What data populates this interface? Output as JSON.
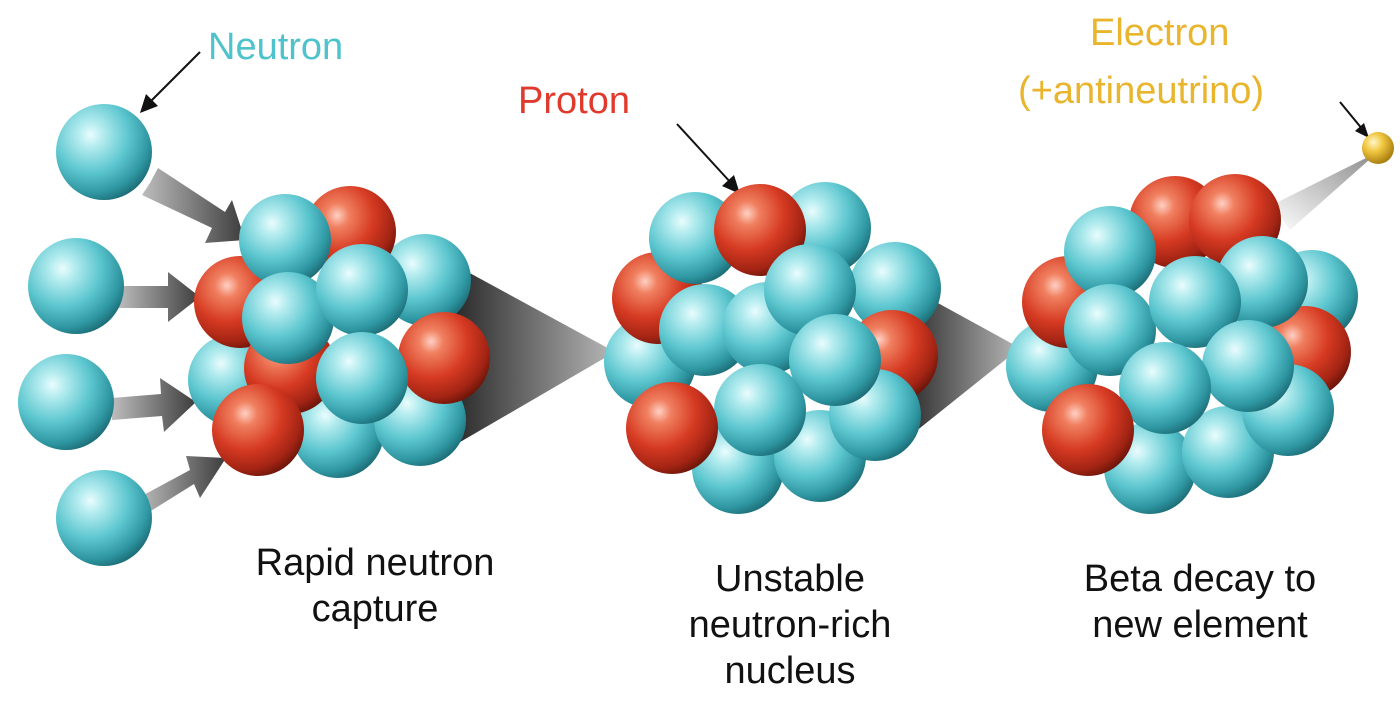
{
  "labels": {
    "neutron": "Neutron",
    "proton": "Proton",
    "electron_line1": "Electron",
    "electron_line2": "(+antineutrino)"
  },
  "captions": {
    "step1_line1": "Rapid neutron",
    "step1_line2": "capture",
    "step2_line1": "Unstable",
    "step2_line2": "neutron-rich",
    "step2_line3": "nucleus",
    "step3_line1": "Beta decay to",
    "step3_line2": "new element"
  },
  "colors": {
    "neutron": "#5cc6cf",
    "neutron_label": "#4fc3cc",
    "proton": "#d63a22",
    "proton_label": "#e03a2c",
    "electron": "#e8b524",
    "electron_label": "#e8b52c",
    "arrow": "#555555"
  },
  "icons": {
    "neutron": "teal-sphere",
    "proton": "red-sphere",
    "electron": "small-gold-sphere"
  }
}
